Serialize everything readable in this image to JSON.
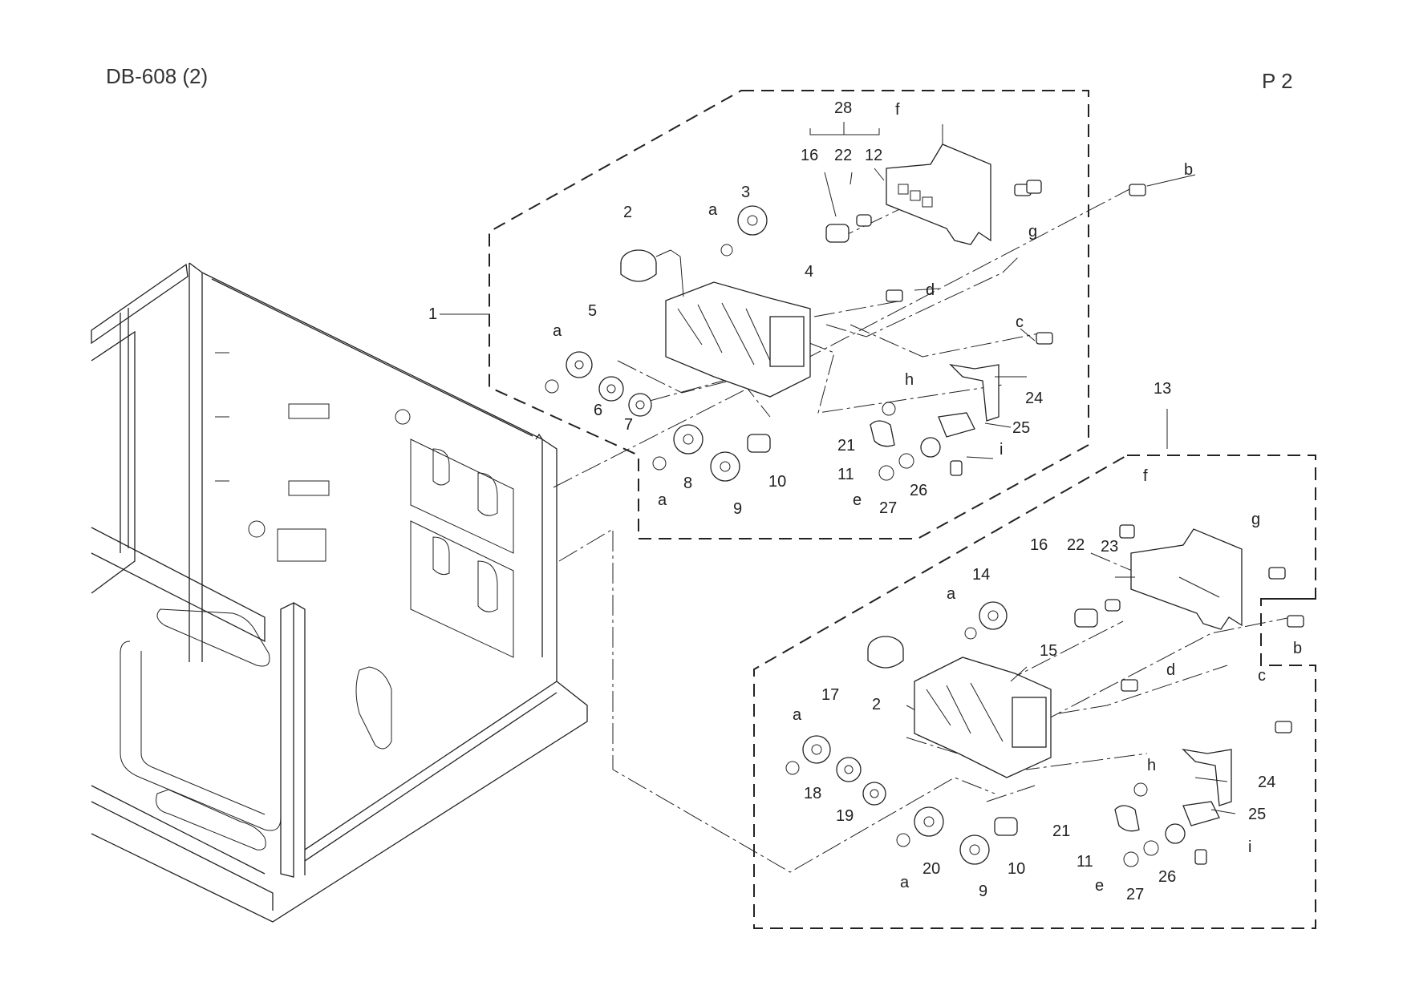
{
  "header": {
    "title": "DB-608 (2)",
    "page": "P 2"
  },
  "callouts": [
    {
      "id": "c28",
      "text": "28"
    },
    {
      "id": "cf1",
      "text": "f"
    },
    {
      "id": "c16a",
      "text": "16"
    },
    {
      "id": "c22a",
      "text": "22"
    },
    {
      "id": "c12",
      "text": "12"
    },
    {
      "id": "cb1",
      "text": "b"
    },
    {
      "id": "c2a",
      "text": "2"
    },
    {
      "id": "ca1",
      "text": "a"
    },
    {
      "id": "c3",
      "text": "3"
    },
    {
      "id": "cg1",
      "text": "g"
    },
    {
      "id": "cd1",
      "text": "d"
    },
    {
      "id": "c1",
      "text": "1"
    },
    {
      "id": "c4",
      "text": "4"
    },
    {
      "id": "c5",
      "text": "5"
    },
    {
      "id": "ca2",
      "text": "a"
    },
    {
      "id": "cc1",
      "text": "c"
    },
    {
      "id": "ch1",
      "text": "h"
    },
    {
      "id": "c24a",
      "text": "24"
    },
    {
      "id": "c6",
      "text": "6"
    },
    {
      "id": "c7",
      "text": "7"
    },
    {
      "id": "c25a",
      "text": "25"
    },
    {
      "id": "c21a",
      "text": "21"
    },
    {
      "id": "ci1",
      "text": "i"
    },
    {
      "id": "c11a",
      "text": "11"
    },
    {
      "id": "c8",
      "text": "8"
    },
    {
      "id": "c10a",
      "text": "10"
    },
    {
      "id": "c26a",
      "text": "26"
    },
    {
      "id": "ca3",
      "text": "a"
    },
    {
      "id": "ce1",
      "text": "e"
    },
    {
      "id": "c27a",
      "text": "27"
    },
    {
      "id": "c9a",
      "text": "9"
    },
    {
      "id": "c13",
      "text": "13"
    },
    {
      "id": "cf2",
      "text": "f"
    },
    {
      "id": "cg2",
      "text": "g"
    },
    {
      "id": "c16b",
      "text": "16"
    },
    {
      "id": "c22b",
      "text": "22"
    },
    {
      "id": "c23",
      "text": "23"
    },
    {
      "id": "c14",
      "text": "14"
    },
    {
      "id": "ca4",
      "text": "a"
    },
    {
      "id": "cb2",
      "text": "b"
    },
    {
      "id": "c15",
      "text": "15"
    },
    {
      "id": "cd2",
      "text": "d"
    },
    {
      "id": "c2b",
      "text": "2"
    },
    {
      "id": "c17",
      "text": "17"
    },
    {
      "id": "cc2",
      "text": "c"
    },
    {
      "id": "ca5",
      "text": "a"
    },
    {
      "id": "c24b",
      "text": "24"
    },
    {
      "id": "ch2",
      "text": "h"
    },
    {
      "id": "c18",
      "text": "18"
    },
    {
      "id": "c25b",
      "text": "25"
    },
    {
      "id": "c19",
      "text": "19"
    },
    {
      "id": "c21b",
      "text": "21"
    },
    {
      "id": "c11b",
      "text": "11"
    },
    {
      "id": "ci2",
      "text": "i"
    },
    {
      "id": "c20",
      "text": "20"
    },
    {
      "id": "c10b",
      "text": "10"
    },
    {
      "id": "ca6",
      "text": "a"
    },
    {
      "id": "c9b",
      "text": "9"
    },
    {
      "id": "ce2",
      "text": "e"
    },
    {
      "id": "c27b",
      "text": "27"
    },
    {
      "id": "c26b",
      "text": "26"
    }
  ]
}
